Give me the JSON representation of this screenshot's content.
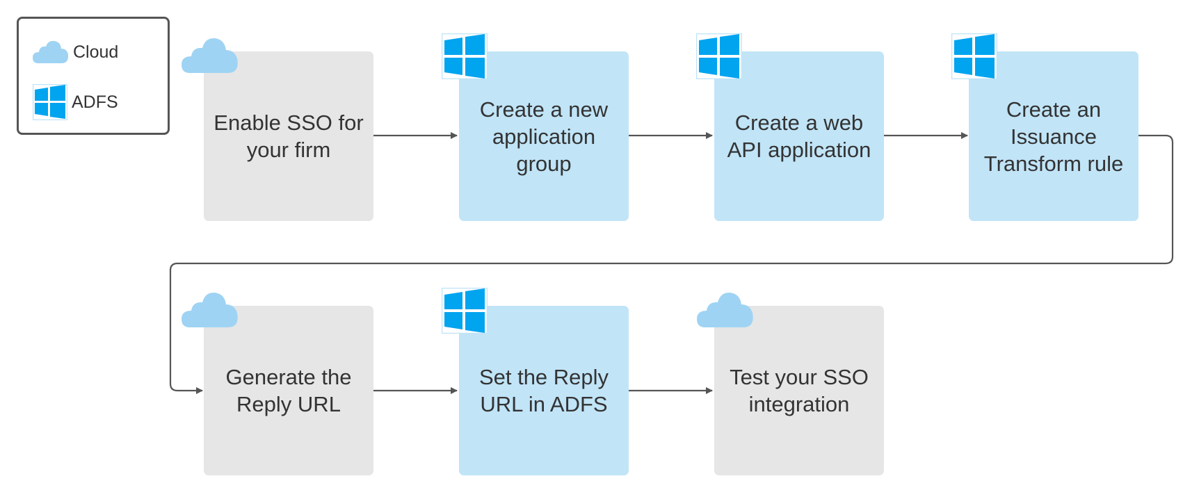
{
  "legend": {
    "items": [
      {
        "icon": "cloud-icon",
        "label": "Cloud"
      },
      {
        "icon": "windows-icon",
        "label": "ADFS"
      }
    ]
  },
  "colors": {
    "cloud_box": "#e6e6e6",
    "adfs_box": "#c1e4f7",
    "cloud_icon": "#9fd3f3",
    "windows_icon": "#00a4ef",
    "connector": "#555555",
    "text": "#333333"
  },
  "steps": [
    {
      "label": "Enable SSO for\nyour firm",
      "kind": "cloud"
    },
    {
      "label": "Create a new\napplication\ngroup",
      "kind": "adfs"
    },
    {
      "label": "Create a web\nAPI application",
      "kind": "adfs"
    },
    {
      "label": "Create an\nIssuance\nTransform rule",
      "kind": "adfs"
    },
    {
      "label": "Generate the\nReply URL",
      "kind": "cloud"
    },
    {
      "label": "Set the Reply\nURL in ADFS",
      "kind": "adfs"
    },
    {
      "label": "Test your SSO\nintegration",
      "kind": "cloud"
    }
  ]
}
